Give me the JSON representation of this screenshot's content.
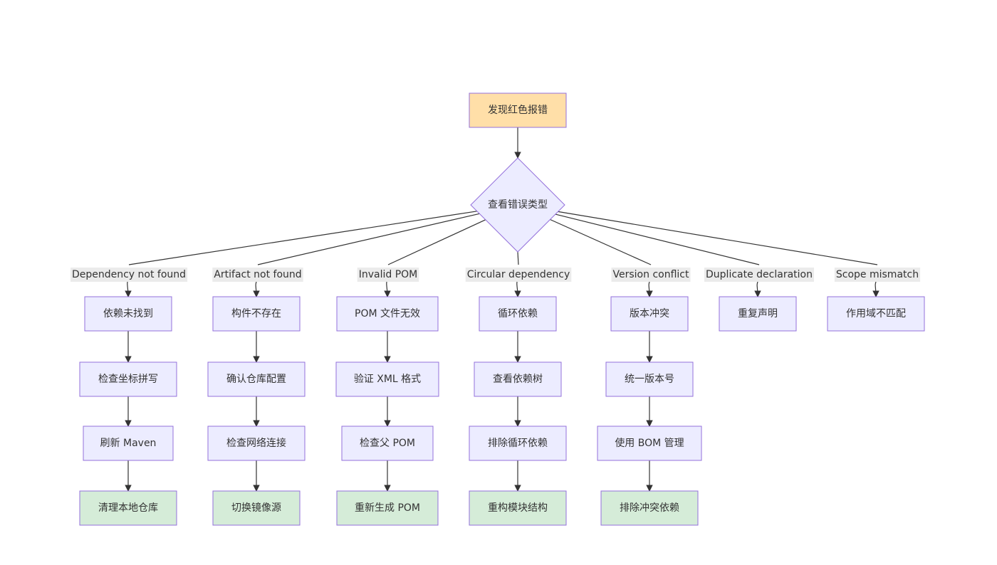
{
  "colors": {
    "start_fill": "#ffdfa8",
    "default_fill": "#ececff",
    "end_fill": "#d5ecd8",
    "node_stroke": "#9370db",
    "edge": "#333333",
    "label_bg": "#e8e8e8"
  },
  "nodes": {
    "start": {
      "label": "发现红色报错",
      "style": "start"
    },
    "decision": {
      "label": "查看错误类型",
      "style": "decision"
    },
    "c1_1": {
      "label": "依赖未找到",
      "style": "default"
    },
    "c1_2": {
      "label": "检查坐标拼写",
      "style": "default"
    },
    "c1_3": {
      "label": "刷新 Maven",
      "style": "default"
    },
    "c1_4": {
      "label": "清理本地仓库",
      "style": "end"
    },
    "c2_1": {
      "label": "构件不存在",
      "style": "default"
    },
    "c2_2": {
      "label": "确认仓库配置",
      "style": "default"
    },
    "c2_3": {
      "label": "检查网络连接",
      "style": "default"
    },
    "c2_4": {
      "label": "切换镜像源",
      "style": "end"
    },
    "c3_1": {
      "label": "POM 文件无效",
      "style": "default"
    },
    "c3_2": {
      "label": "验证 XML 格式",
      "style": "default"
    },
    "c3_3": {
      "label": "检查父 POM",
      "style": "default"
    },
    "c3_4": {
      "label": "重新生成 POM",
      "style": "end"
    },
    "c4_1": {
      "label": "循环依赖",
      "style": "default"
    },
    "c4_2": {
      "label": "查看依赖树",
      "style": "default"
    },
    "c4_3": {
      "label": "排除循环依赖",
      "style": "default"
    },
    "c4_4": {
      "label": "重构模块结构",
      "style": "end"
    },
    "c5_1": {
      "label": "版本冲突",
      "style": "default"
    },
    "c5_2": {
      "label": "统一版本号",
      "style": "default"
    },
    "c5_3": {
      "label": "使用 BOM 管理",
      "style": "default"
    },
    "c5_4": {
      "label": "排除冲突依赖",
      "style": "end"
    },
    "c6_1": {
      "label": "重复声明",
      "style": "default"
    },
    "c7_1": {
      "label": "作用域不匹配",
      "style": "default"
    }
  },
  "edges": [
    {
      "from": "start",
      "to": "decision",
      "label": ""
    },
    {
      "from": "decision",
      "to": "c1_1",
      "label": "Dependency not found"
    },
    {
      "from": "decision",
      "to": "c2_1",
      "label": "Artifact not found"
    },
    {
      "from": "decision",
      "to": "c3_1",
      "label": "Invalid POM"
    },
    {
      "from": "decision",
      "to": "c4_1",
      "label": "Circular dependency"
    },
    {
      "from": "decision",
      "to": "c5_1",
      "label": "Version conflict"
    },
    {
      "from": "decision",
      "to": "c6_1",
      "label": "Duplicate declaration"
    },
    {
      "from": "decision",
      "to": "c7_1",
      "label": "Scope mismatch"
    },
    {
      "from": "c1_1",
      "to": "c1_2",
      "label": ""
    },
    {
      "from": "c1_2",
      "to": "c1_3",
      "label": ""
    },
    {
      "from": "c1_3",
      "to": "c1_4",
      "label": ""
    },
    {
      "from": "c2_1",
      "to": "c2_2",
      "label": ""
    },
    {
      "from": "c2_2",
      "to": "c2_3",
      "label": ""
    },
    {
      "from": "c2_3",
      "to": "c2_4",
      "label": ""
    },
    {
      "from": "c3_1",
      "to": "c3_2",
      "label": ""
    },
    {
      "from": "c3_2",
      "to": "c3_3",
      "label": ""
    },
    {
      "from": "c3_3",
      "to": "c3_4",
      "label": ""
    },
    {
      "from": "c4_1",
      "to": "c4_2",
      "label": ""
    },
    {
      "from": "c4_2",
      "to": "c4_3",
      "label": ""
    },
    {
      "from": "c4_3",
      "to": "c4_4",
      "label": ""
    },
    {
      "from": "c5_1",
      "to": "c5_2",
      "label": ""
    },
    {
      "from": "c5_2",
      "to": "c5_3",
      "label": ""
    },
    {
      "from": "c5_3",
      "to": "c5_4",
      "label": ""
    }
  ]
}
